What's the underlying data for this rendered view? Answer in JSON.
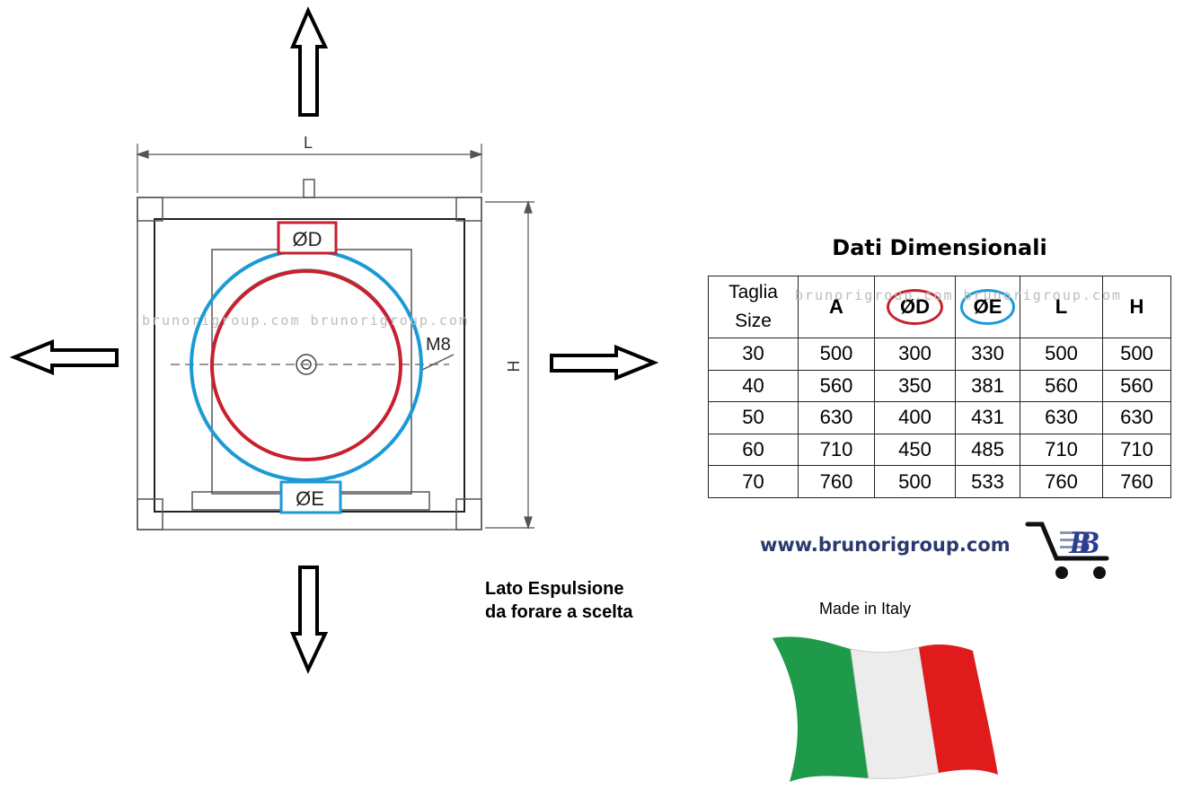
{
  "drawing": {
    "dim_L": "L",
    "dim_H": "H",
    "label_D": "ØD",
    "label_E": "ØE",
    "label_M8": "M8",
    "colors": {
      "red": "#c8202e",
      "blue": "#1b9ad6",
      "line": "#555555"
    }
  },
  "side_note": {
    "line1": "Lato Espulsione",
    "line2": "da forare a scelta"
  },
  "table": {
    "title": "Dati Dimensionali",
    "headers": {
      "size_line1": "Taglia",
      "size_line2": "Size",
      "A": "A",
      "D": "ØD",
      "E": "ØE",
      "L": "L",
      "H": "H"
    },
    "rows": [
      [
        "30",
        "500",
        "300",
        "330",
        "500",
        "500"
      ],
      [
        "40",
        "560",
        "350",
        "381",
        "560",
        "560"
      ],
      [
        "50",
        "630",
        "400",
        "431",
        "630",
        "630"
      ],
      [
        "60",
        "710",
        "450",
        "485",
        "710",
        "710"
      ],
      [
        "70",
        "760",
        "500",
        "533",
        "760",
        "760"
      ]
    ]
  },
  "website": "www.brunorigroup.com",
  "logo_letters": "BB",
  "made_in": "Made in Italy",
  "watermark": "brunorigroup.com brunorigroup.com",
  "flag_colors": {
    "green": "#1f9a4a",
    "white": "#ececec",
    "red": "#e01b1b"
  }
}
